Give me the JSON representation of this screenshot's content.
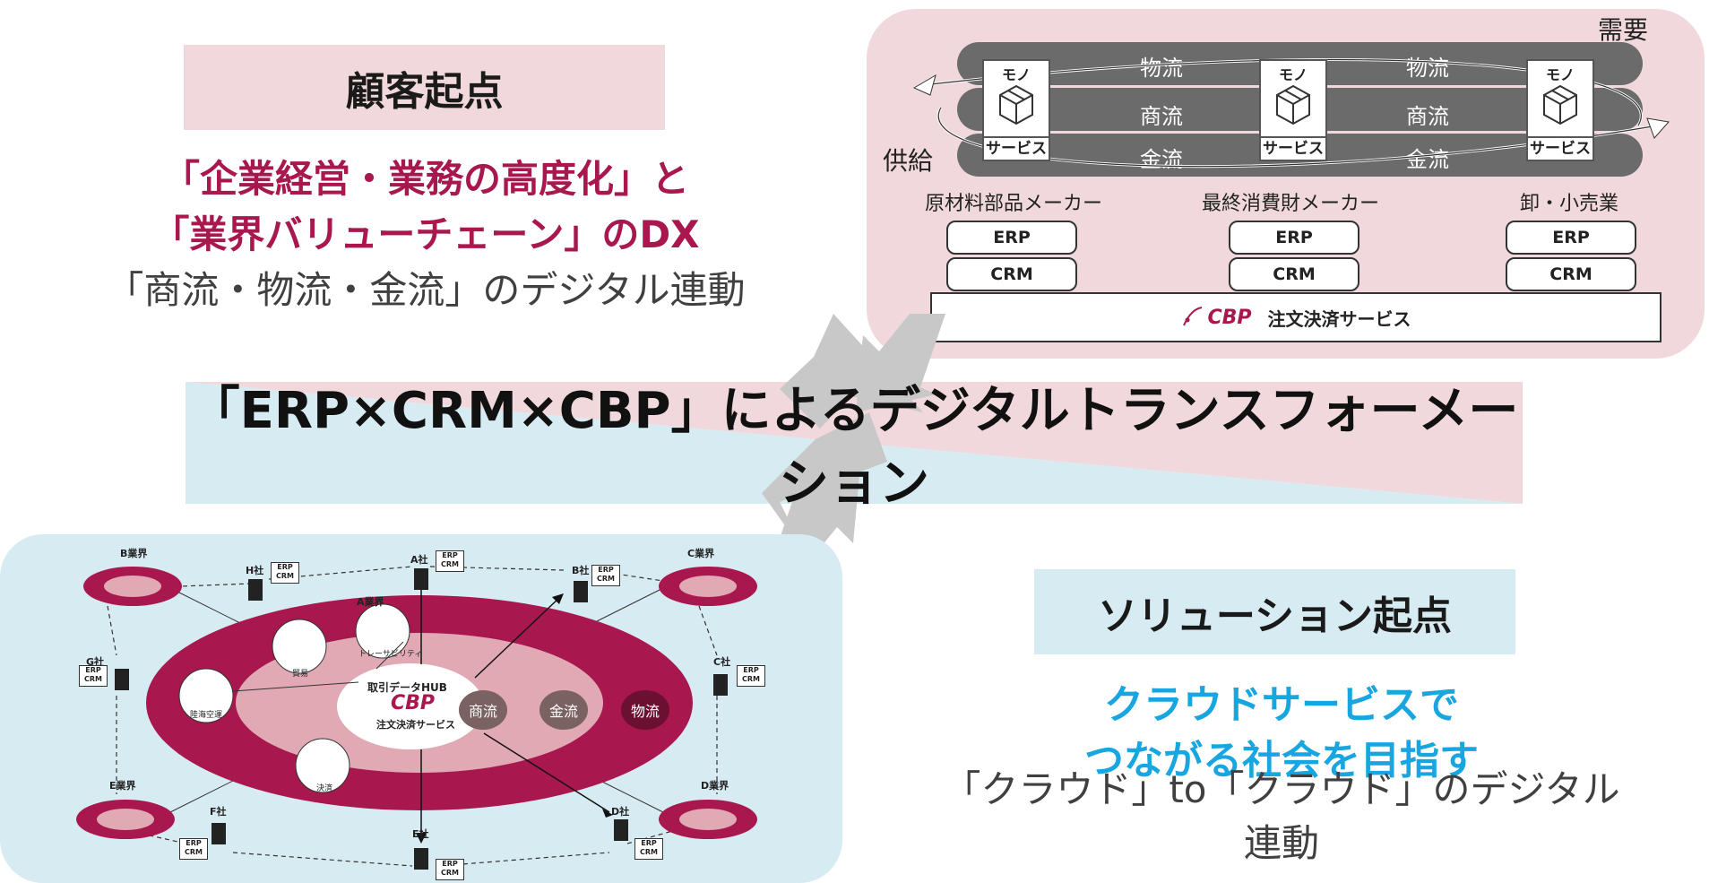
{
  "customer": {
    "heading": "顧客起点",
    "line1": "「企業経営・業務の高度化」と",
    "line2": "「業界バリューチェーン」のDX",
    "line3": "「商流・物流・金流」のデジタル連動"
  },
  "supply_chain": {
    "demand_label": "需要",
    "supply_label": "供給",
    "flows": [
      "物流",
      "商流",
      "金流"
    ],
    "mono_label": "モノ",
    "service_label": "サービス",
    "companies": [
      "原材料部品メーカー",
      "最終消費財メーカー",
      "卸・小売業"
    ],
    "erp_label": "ERP",
    "crm_label": "CRM",
    "cbp_logo": "CBP",
    "cbp_service": "注文決済サービス"
  },
  "center": {
    "title": "「ERP×CRM×CBP」によるデジタルトランスフォーメーション"
  },
  "network": {
    "industries": [
      "B業界",
      "C業界",
      "E業界",
      "D業界",
      "A業界"
    ],
    "companies": [
      "H社",
      "A社",
      "B社",
      "G社",
      "C社",
      "F社",
      "E社",
      "D社"
    ],
    "erp_label": "ERP",
    "crm_label": "CRM",
    "hub_label": "取引データHUB",
    "cbp_logo": "CBP",
    "cbp_service": "注文決済サービス",
    "flow_labels": [
      "商流",
      "金流",
      "物流"
    ],
    "function_icons": [
      "トレーサビリティ",
      "貿易",
      "陸海空運",
      "決済"
    ]
  },
  "solution": {
    "heading": "ソリューション起点",
    "line1": "クラウドサービスで",
    "line2": "つながる社会を目指す",
    "line3": "「クラウド」to「クラウド」のデジタル連動"
  },
  "colors": {
    "pink_bg": "#f1d8dc",
    "blue_bg": "#d7ebf2",
    "magenta": "#a8184e",
    "cyan": "#17a6e0",
    "band_gray": "#6b6b6b"
  }
}
